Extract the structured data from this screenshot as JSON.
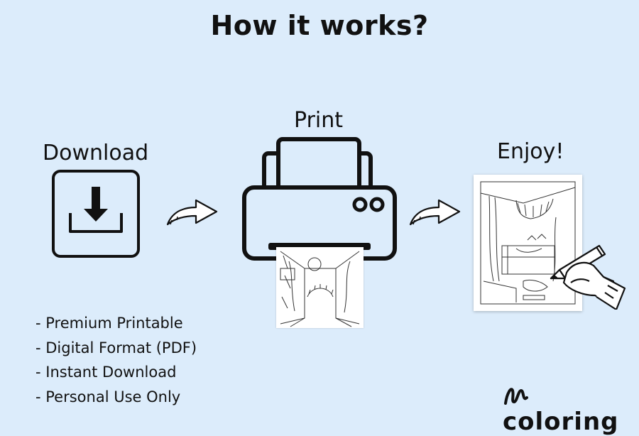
{
  "title": "How it works?",
  "steps": [
    {
      "label": "Download",
      "icon": "download-icon"
    },
    {
      "label": "Print",
      "icon": "printer-icon"
    },
    {
      "label": "Enjoy!",
      "icon": "coloring-page-icon"
    }
  ],
  "features": [
    "Premium Printable",
    "Digital Format (PDF)",
    "Instant Download",
    "Personal Use Only"
  ],
  "brand": {
    "name": "coloring",
    "icon": "brand-squiggle-icon"
  },
  "colors": {
    "background": "#dcecfb",
    "ink": "#111111"
  }
}
